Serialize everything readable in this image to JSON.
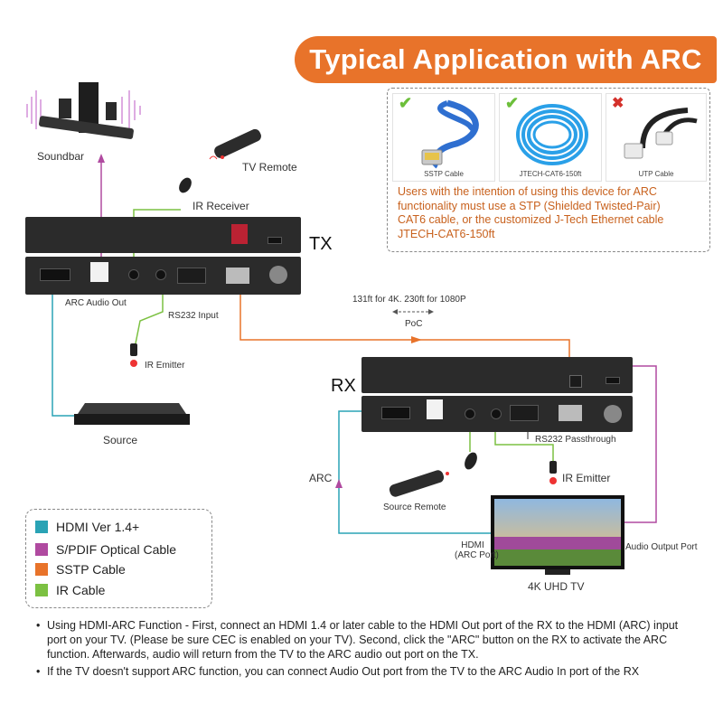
{
  "title": "Typical  Application with ARC",
  "cables": [
    {
      "label": "SSTP Cable",
      "status": "ok",
      "mark": "✔"
    },
    {
      "label": "JTECH-CAT6-150ft",
      "status": "ok",
      "mark": "✔"
    },
    {
      "label": "UTP Cable",
      "status": "no",
      "mark": "✖"
    }
  ],
  "cable_note_lines": [
    "Users with the intention of using this device for ARC",
    "functionality must use a STP (Shielded Twisted-Pair)",
    "CAT6 cable, or the customized J-Tech Ethernet cable",
    "JTECH-CAT6-150ft"
  ],
  "labels": {
    "soundbar": "Soundbar",
    "tv_remote": "TV Remote",
    "ir_receiver": "IR Receiver",
    "tx": "TX",
    "rx": "RX",
    "arc_audio_out": "ARC Audio Out",
    "rs232_input": "RS232 Input",
    "ir_emitter_tx": "IR Emitter",
    "distance": "131ft for 4K.  230ft for 1080P",
    "poc": "PoC",
    "source": "Source",
    "rs232_passthrough": "RS232 Passthrough",
    "ir_emitter_rx": "IR Emitter",
    "arc": "ARC",
    "source_remote": "Source Remote",
    "hdmi_arc_port_line1": "HDMI",
    "hdmi_arc_port_line2": "(ARC Port)",
    "audio_output_port": "Audio Output Port",
    "tv": "4K UHD TV"
  },
  "legend": [
    {
      "label": "HDMI Ver 1.4+",
      "color": "#2aa3b5"
    },
    {
      "label": "S/PDIF Optical Cable",
      "color": "#b04aa0"
    },
    {
      "label": "SSTP Cable",
      "color": "#e8732a"
    },
    {
      "label": "IR Cable",
      "color": "#7cc142"
    }
  ],
  "colors": {
    "accent": "#e8732a",
    "hdmi": "#2aa3b5",
    "optical": "#b04aa0",
    "sstp": "#e8732a",
    "ir": "#7cc142",
    "ok": "#6cbf3a",
    "no": "#d4312b"
  },
  "bullets": [
    "Using HDMI-ARC Function - First, connect an HDMI 1.4 or later cable to the HDMI Out port of the RX to the HDMI (ARC) input port on your TV. (Please be sure CEC is enabled on your TV). Second, click the \"ARC\" button on the RX to activate the ARC function. Afterwards, audio will return from the TV to the ARC audio out port on the TX.",
    "If the TV doesn't support ARC function, you can connect Audio Out port from the TV to the ARC Audio In port of the RX"
  ]
}
